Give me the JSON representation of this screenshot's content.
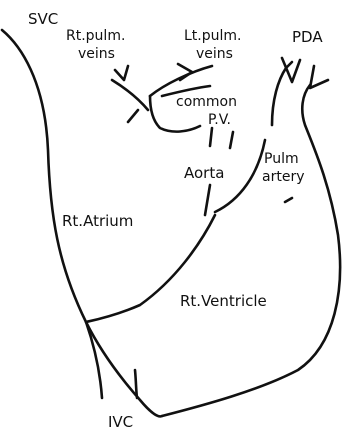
{
  "labels": {
    "svc": "SVC",
    "rt_pulm_veins_1": "Rt.pulm.",
    "rt_pulm_veins_2": "veins",
    "lt_pulm_veins_1": "Lt.pulm.",
    "lt_pulm_veins_2": "veins",
    "pda": "PDA",
    "common_pv_1": "common",
    "common_pv_2": "P.V.",
    "aorta": "Aorta",
    "pulm_artery_1": "Pulm",
    "pulm_artery_2": "artery",
    "rt_atrium": "Rt.Atrium",
    "rt_ventricle": "Rt.Ventricle",
    "ivc": "IVC"
  },
  "colors": {
    "ink": "#111111",
    "background": "#ffffff"
  }
}
